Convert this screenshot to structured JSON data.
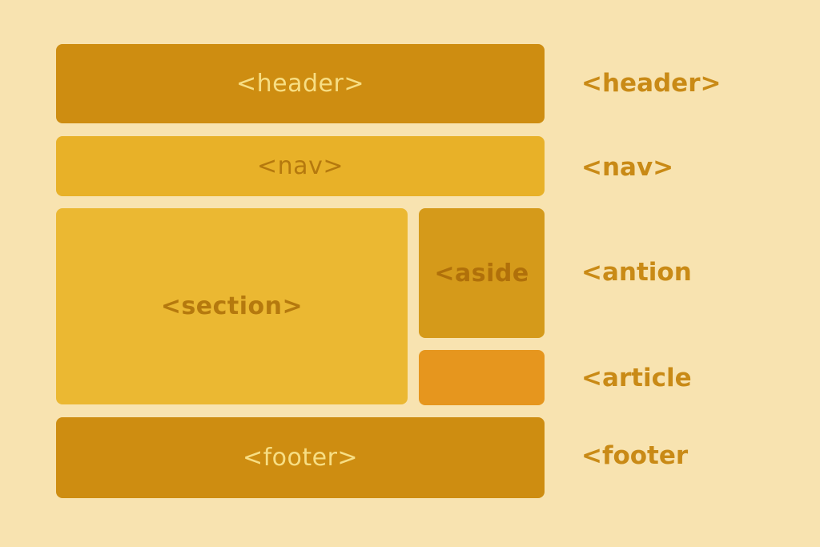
{
  "colors": {
    "background": "#F8E3B0",
    "header_fill": "#CE8D11",
    "nav_fill": "#E8B128",
    "section_fill": "#EBB832",
    "aside_fill": "#D59A1A",
    "article_fill": "#E6961E",
    "footer_fill": "#CE8D11",
    "light_text": "#F7DE84",
    "dark_text": "#B5790E",
    "side_label_text": "#C98A16"
  },
  "blocks": {
    "header": "<header>",
    "nav": "<nav>",
    "section": "<section>",
    "aside": "<aside",
    "article": "",
    "footer": "<footer>"
  },
  "side_labels": {
    "header": "<header>",
    "nav": "<nav>",
    "aside": "<antion",
    "article": "<article",
    "footer": "<footer"
  }
}
